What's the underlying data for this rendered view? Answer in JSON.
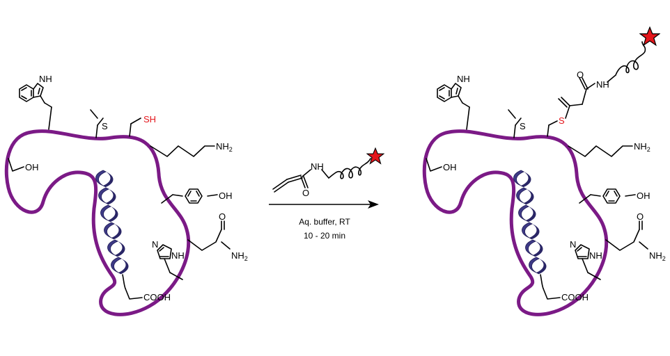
{
  "reaction": {
    "conditions_line1": "Aq. buffer, RT",
    "conditions_line2": "10 - 20 min"
  },
  "labels": {
    "nh": "NH",
    "h": "H",
    "n": "N",
    "o": "O",
    "sh": "SH",
    "s": "S",
    "nh2": "NH2",
    "oh": "OH",
    "cooh": "COOH"
  },
  "colors": {
    "protein_loop": "#7b1a86",
    "helix": "#3e3a86",
    "thiol_highlight": "#e4161c",
    "star": "#e4161c"
  },
  "icons": [
    "star-label-icon",
    "reaction-arrow-icon"
  ]
}
